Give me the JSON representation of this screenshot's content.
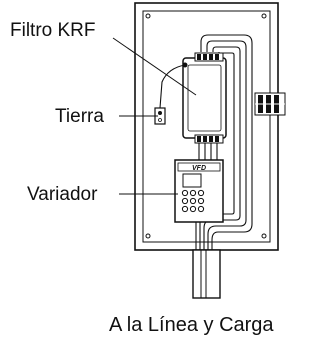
{
  "labels": {
    "filter": "Filtro KRF",
    "ground": "Tierra",
    "drive": "Variador"
  },
  "drive_panel_text": "VFD",
  "caption": "A la Línea y Carga",
  "colors": {
    "line": "#111111",
    "background": "#ffffff"
  }
}
